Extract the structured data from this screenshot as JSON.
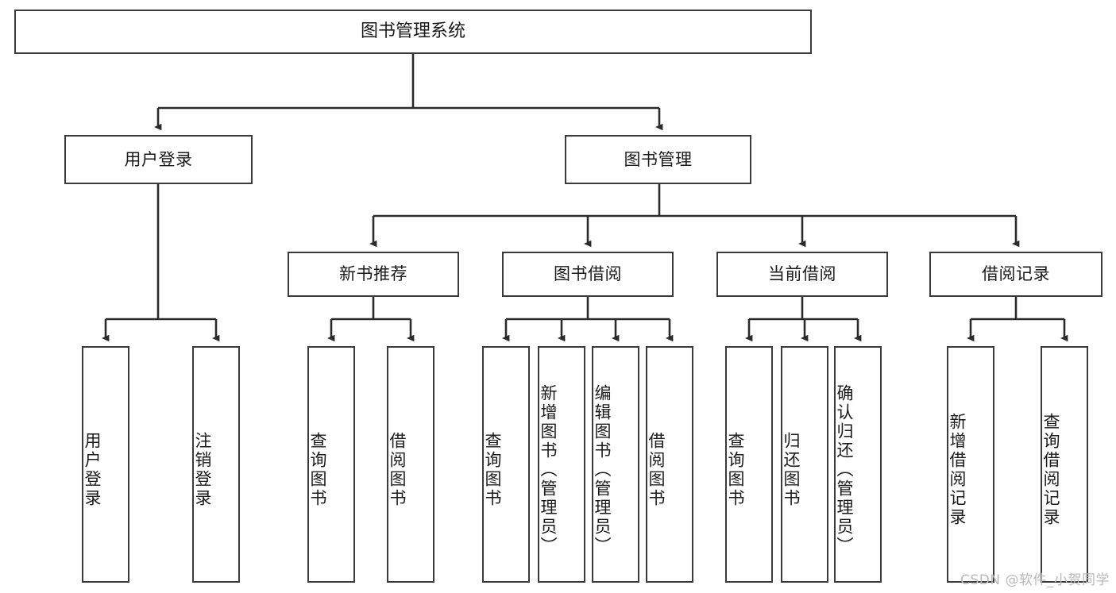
{
  "diagram": {
    "title": "图书管理系统",
    "type": "tree-hierarchy-diagram",
    "watermark": "CSDN @软件_小贺同学",
    "colors": {
      "background": "#ffffff",
      "box_border": "#3b3b3b",
      "box_fill": "#ffffff",
      "connector": "#2b2b2b",
      "text": "#1a1a1a",
      "watermark": "#b9b9b9"
    },
    "root": {
      "label": "图书管理系统"
    },
    "level2": [
      {
        "label": "用户登录"
      },
      {
        "label": "图书管理"
      }
    ],
    "level3": [
      {
        "label": "新书推荐"
      },
      {
        "label": "图书借阅"
      },
      {
        "label": "当前借阅"
      },
      {
        "label": "借阅记录"
      }
    ],
    "leaves": {
      "user_login": [
        {
          "label": "用户登录"
        },
        {
          "label": "注销登录"
        }
      ],
      "new_book_recommend": [
        {
          "label": "查询图书"
        },
        {
          "label": "借阅图书"
        }
      ],
      "book_borrow": [
        {
          "label": "查询图书"
        },
        {
          "label": "新增图书（管理员）"
        },
        {
          "label": "编辑图书（管理员）"
        },
        {
          "label": "借阅图书"
        }
      ],
      "current_borrow": [
        {
          "label": "查询图书"
        },
        {
          "label": "归还图书"
        },
        {
          "label": "确认归还（管理员）"
        }
      ],
      "borrow_record": [
        {
          "label": "新增借阅记录"
        },
        {
          "label": "查询借阅记录"
        }
      ]
    }
  }
}
